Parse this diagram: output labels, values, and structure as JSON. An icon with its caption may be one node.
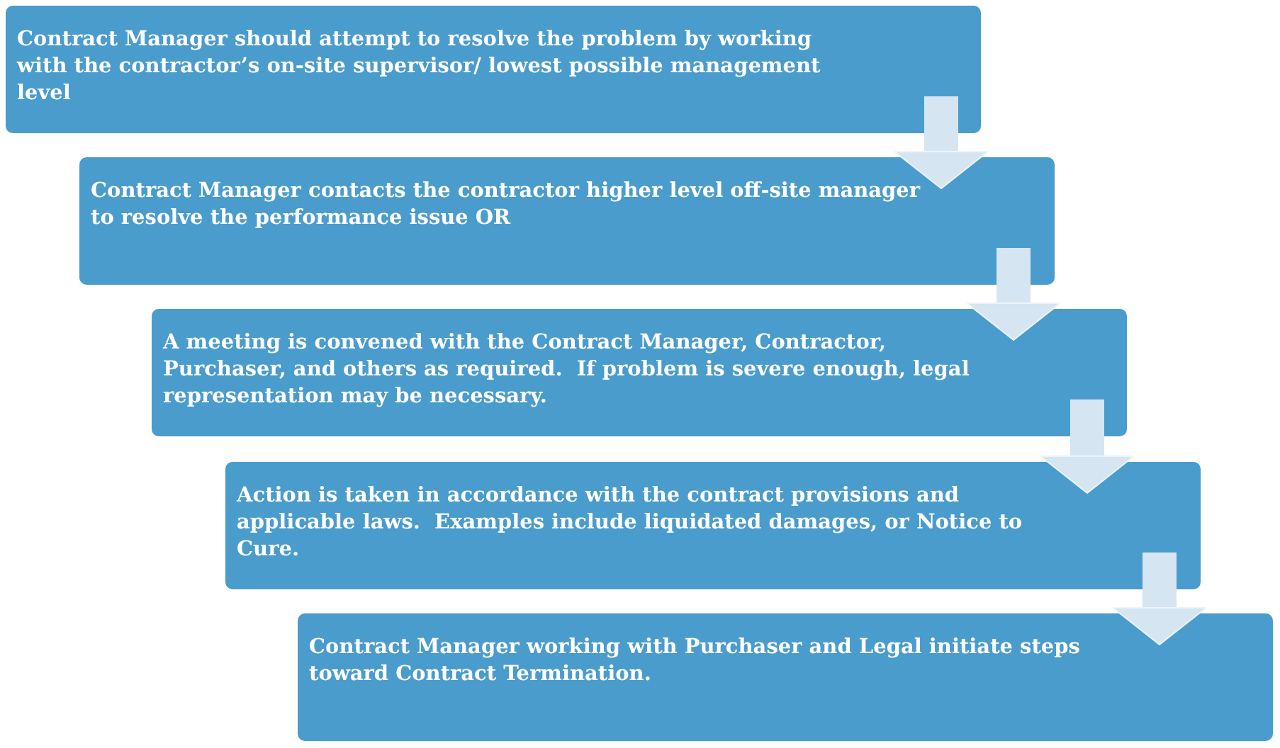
{
  "diagram": {
    "nodes": [
      {
        "text": [
          "Contract Manager should attempt to resolve the problem by working with the contractor’s on-site supervisor/ lowest possible management level"
        ]
      },
      {
        "text": [
          "Contract Manager contacts the contractor higher level off-site manager to resolve the performance issue OR"
        ]
      },
      {
        "text": [
          "A meeting is convened with the Contract Manager, Contractor, Purchaser, and others as required.  If problem is severe enough, legal representation may be necessary."
        ]
      },
      {
        "text": [
          "Action is taken in accordance with the contract provisions and applicable laws.  Examples include liquidated damages, or Notice to Cure."
        ]
      },
      {
        "text": [
          "Contract Manager working with Purchaser and Legal initiate steps toward Contract Termination."
        ]
      }
    ],
    "edges": [
      {
        "from": 0,
        "to": 1,
        "arrow": "to"
      },
      {
        "from": 1,
        "to": 2,
        "arrow": "to"
      },
      {
        "from": 2,
        "to": 3,
        "arrow": "to"
      },
      {
        "from": 3,
        "to": 4,
        "arrow": "to"
      }
    ]
  }
}
